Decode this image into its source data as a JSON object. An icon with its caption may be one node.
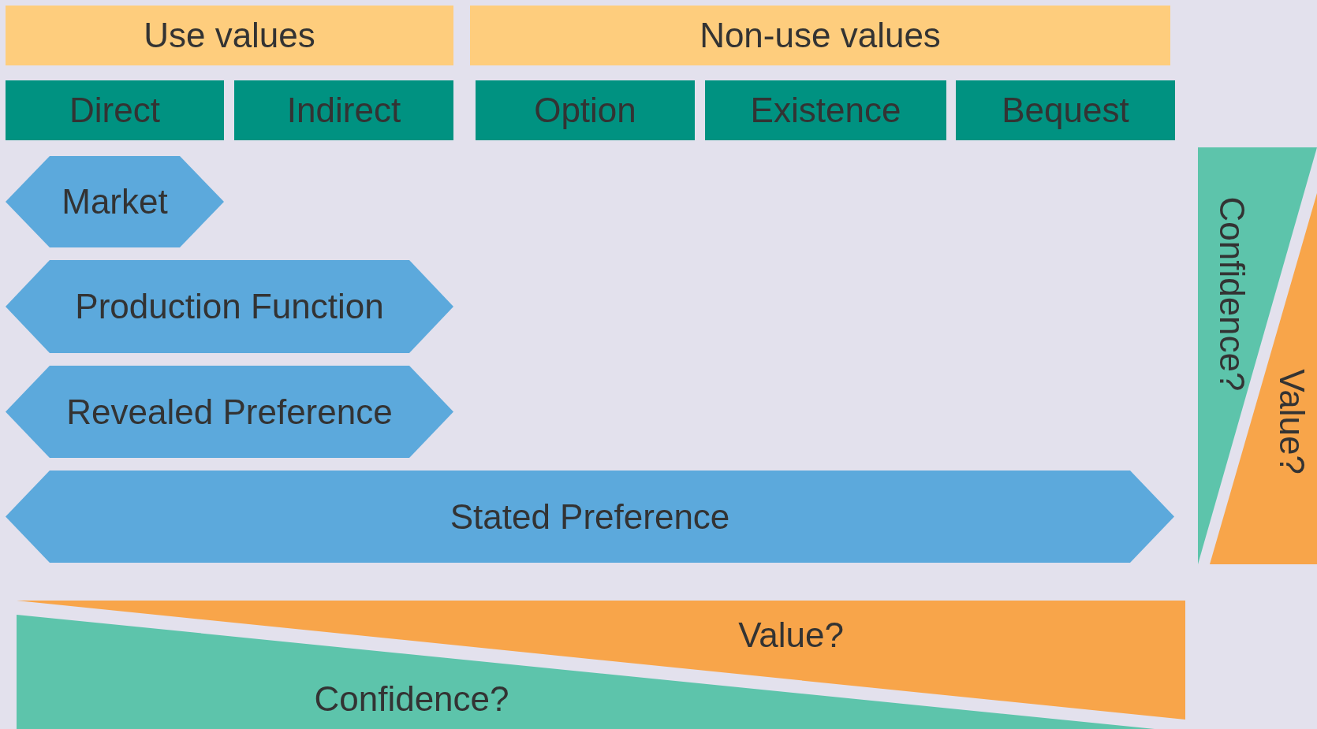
{
  "diagram": {
    "nodes": [
      {
        "text": [
          "Use values"
        ]
      },
      {
        "text": [
          "Non-use values"
        ]
      },
      {
        "text": [
          "Direct"
        ]
      },
      {
        "text": [
          "Indirect"
        ]
      },
      {
        "text": [
          "Option"
        ]
      },
      {
        "text": [
          "Existence"
        ]
      },
      {
        "text": [
          "Bequest"
        ]
      },
      {
        "text": [
          "Market"
        ]
      },
      {
        "text": [
          "Production Function"
        ]
      },
      {
        "text": [
          "Revealed Preference"
        ]
      },
      {
        "text": [
          "Stated Preference"
        ]
      },
      {
        "text": [
          "Confidence?"
        ]
      },
      {
        "text": [
          "Value?"
        ]
      },
      {
        "text": [
          "Value?"
        ]
      },
      {
        "text": [
          "Confidence?"
        ]
      }
    ]
  }
}
